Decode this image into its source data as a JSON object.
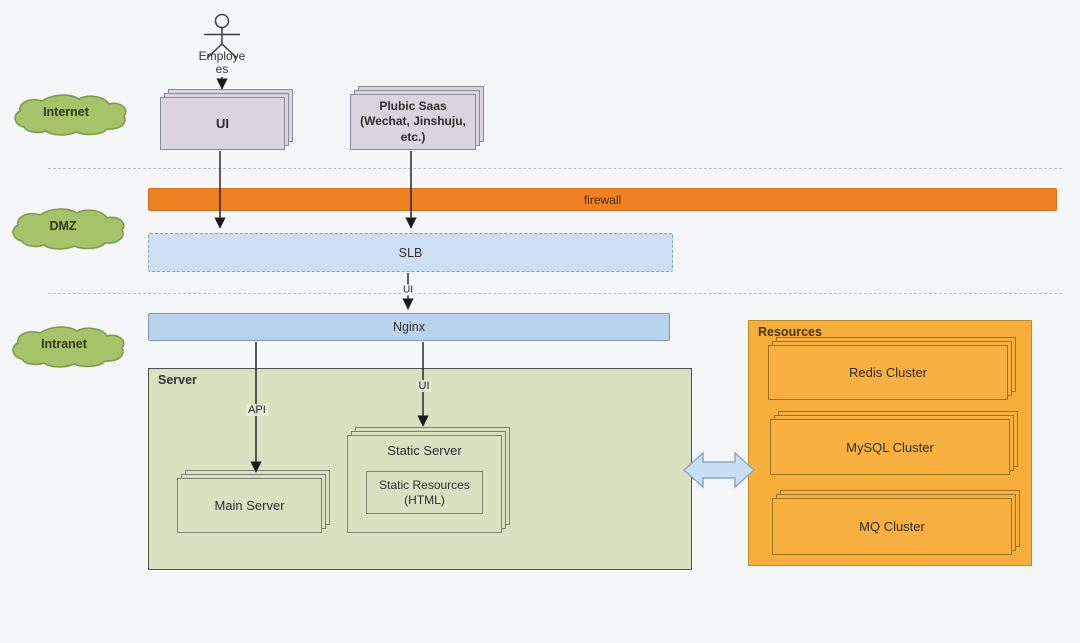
{
  "diagram_title": "network-architecture-diagram",
  "zones": {
    "internet": {
      "label": "Internet"
    },
    "dmz": {
      "label": "DMZ"
    },
    "intranet": {
      "label": "Intranet"
    }
  },
  "actor": {
    "name": "employees",
    "label_lines": [
      "Employe",
      "es"
    ]
  },
  "nodes": {
    "ui_client": {
      "label": "UI"
    },
    "public_saas": {
      "lines": [
        "Plubic Saas",
        "(Wechat, Jinshuju,",
        "etc.)"
      ]
    },
    "firewall": {
      "label": "firewall"
    },
    "slb": {
      "label": "SLB"
    },
    "nginx": {
      "label": "Nginx"
    },
    "server_group": {
      "label": "Server"
    },
    "main_server": {
      "label": "Main Server"
    },
    "static_server": {
      "label": "Static Server"
    },
    "static_resources": {
      "lines": [
        "Static Resources",
        "(HTML)"
      ]
    },
    "resources_group": {
      "label": "Resources"
    },
    "redis_cluster": {
      "label": "Redis Cluster"
    },
    "mysql_cluster": {
      "label": "MySQL Cluster"
    },
    "mq_cluster": {
      "label": "MQ Cluster"
    }
  },
  "edges": {
    "slb_to_nginx": {
      "label": "UI"
    },
    "nginx_to_main_server": {
      "label": "API"
    },
    "nginx_to_static_server": {
      "label": "UI"
    }
  },
  "colors": {
    "background": "#f5f6f8",
    "zone_cloud_fill": "#a6c36a",
    "zone_cloud_border": "#7d9c48",
    "firewall_fill": "#ef8122",
    "slb_fill": "#ccdff3",
    "nginx_fill": "#b9d3ed",
    "server_group_fill": "#d9e1c2",
    "client_box_fill": "#dad4de",
    "resources_group_fill": "#f8ae3b",
    "cluster_box_fill": "#f8b041",
    "bidirectional_arrow_fill": "#c9dff6"
  }
}
